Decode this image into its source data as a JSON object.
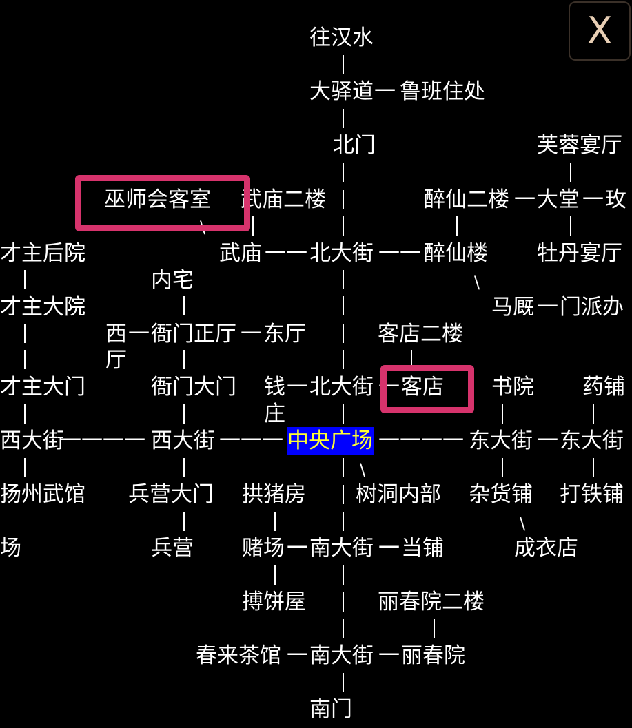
{
  "close_button": {
    "label": "X"
  },
  "colors": {
    "text": "#ffffff",
    "current_room_bg": "#0000ff",
    "current_room_text": "#ffff33",
    "highlight": "#d6336c",
    "close_text": "#e8cfb5"
  },
  "rooms": {
    "wang_hanshui": "往汉水",
    "dayidao": "大驿道",
    "lubanzhuchu": "鲁班住处",
    "beimen": "北门",
    "furongyanting": "芙蓉宴厅",
    "wushihuikeshi": "巫师会客室",
    "wumiao_erlou": "武庙二楼",
    "zuixian_erlou": "醉仙二楼",
    "datang": "大堂",
    "mei": "玫",
    "caizhu_houyuan": "才主后院",
    "wumiao": "武庙",
    "beidajie": "北大街",
    "zuixianlou": "醉仙楼",
    "mudanyanting": "牡丹宴厅",
    "neizhai": "内宅",
    "caizhu_dayuan": "才主大院",
    "mapeng": "马厩",
    "menpai": "门派办",
    "xi": "西",
    "yamen_zhengting": "衙门正厅",
    "dongting": "东厅",
    "ting": "厅",
    "kedian_erlou": "客店二楼",
    "caizhu_damen": "才主大门",
    "yamen_damen": "衙门大门",
    "qian": "钱",
    "zhuang": "庄",
    "beidajie2": "北大街",
    "kedian": "客店",
    "shuyuan": "书院",
    "yaopu": "药铺",
    "xidajie_left": "西大街",
    "xidajie": "西大街",
    "zhongyang_guangchang": "中央广场",
    "dongdajie": "东大街",
    "dongdajie2": "东大街",
    "yangzhou_wuguan": "扬州武馆",
    "bingying_damen": "兵营大门",
    "gongzhufang": "拱猪房",
    "shudong_neibu": "树洞内部",
    "zahuopu": "杂货铺",
    "datiepu": "打铁铺",
    "chang": "场",
    "bingying": "兵营",
    "duchang": "赌场",
    "nandajie": "南大街",
    "dangpu": "当铺",
    "chengyidian": "成衣店",
    "bobingwu": "搏饼屋",
    "lichunyuan_erlou": "丽春院二楼",
    "chunlai_chaguan": "春来茶馆",
    "nandajie2": "南大街",
    "lichunyuan": "丽春院",
    "nanmen": "南门"
  },
  "connectors": {
    "h1": "一",
    "h2": "一一",
    "h3": "一一一",
    "h4": "一一一一",
    "h5": "一一一一一",
    "bs": "\\",
    "pipe": "|"
  }
}
